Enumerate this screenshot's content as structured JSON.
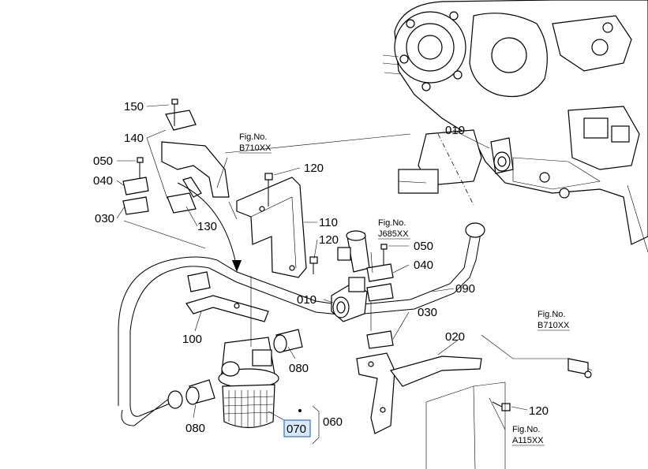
{
  "labels": {
    "p010a": "010",
    "p010b": "010",
    "p020": "020",
    "p030a": "030",
    "p030b": "030",
    "p040a": "040",
    "p040b": "040",
    "p050a": "050",
    "p050b": "050",
    "p060": "060",
    "p070": "070",
    "p080a": "080",
    "p080b": "080",
    "p090": "090",
    "p100": "100",
    "p110": "110",
    "p120a": "120",
    "p120b": "120",
    "p120c": "120",
    "p130": "130",
    "p140": "140",
    "p150": "150"
  },
  "figrefs": {
    "b710_top": {
      "line1": "Fig.No.",
      "line2": "B710XX"
    },
    "j685": {
      "line1": "Fig.No.",
      "line2": "J685XX"
    },
    "b710_right": {
      "line1": "Fig.No.",
      "line2": "B710XX"
    },
    "a115": {
      "line1": "Fig.No.",
      "line2": "A115XX"
    }
  },
  "highlight_color": "#2a6fd6"
}
